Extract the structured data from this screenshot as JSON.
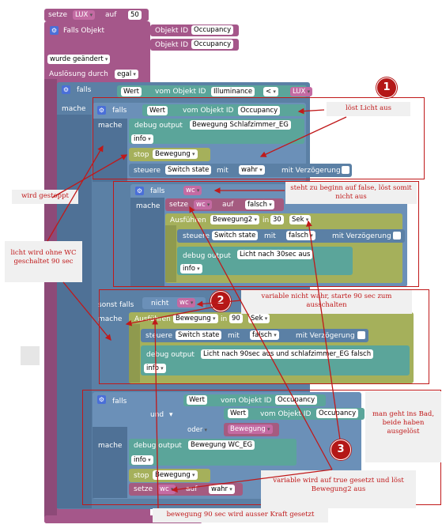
{
  "blocks": {
    "set_var": {
      "prefix": "setze",
      "var": "LUX",
      "mid": "auf",
      "value": "50"
    },
    "trigger": {
      "label": "Falls Objekt",
      "obj_id_label": "Objekt ID",
      "obj1": "Occupancy",
      "obj2": "Occupancy",
      "changed": "wurde geändert",
      "trigger_by": "Auslösung durch",
      "egal": "egal"
    },
    "if1": {
      "falls": "falls",
      "mache": "mache",
      "wert": "Wert",
      "vom": "vom Objekt ID",
      "obj": "Illuminance",
      "cmp": "<",
      "var": "LUX"
    },
    "if2": {
      "falls": "falls",
      "mache": "mache",
      "wert": "Wert",
      "vom": "vom Objekt ID",
      "obj": "Occupancy",
      "debug": "debug output",
      "debug_text": "Bewegung Schlafzimmer_EG",
      "level": "info",
      "stop": "stop",
      "stop_name": "Bewegung",
      "steuere": "steuere",
      "switch": "Switch state",
      "mit": "mit",
      "wahr": "wahr",
      "delay": "mit Verzögerung"
    },
    "if3": {
      "falls": "falls",
      "mache": "mache",
      "var": "wc",
      "setze": "setze",
      "auf": "auf",
      "falsch": "falsch",
      "ausfuehren": "Ausführen",
      "timer": "Bewegung2",
      "in": "in",
      "sec": "30",
      "unit": "Sek",
      "steuere": "steuere",
      "switch": "Switch state",
      "mit": "mit",
      "value": "falsch",
      "delay": "mit Verzögerung",
      "debug": "debug output",
      "debug_text": "Licht nach 30sec aus",
      "level": "info"
    },
    "else": {
      "sonst": "sonst falls",
      "mache": "mache",
      "nicht": "nicht",
      "var": "wc",
      "ausfuehren": "Ausführen",
      "timer": "Bewegung",
      "in": "in",
      "sec": "90",
      "unit": "Sek",
      "steuere": "steuere",
      "switch": "Switch state",
      "mit": "mit",
      "value": "falsch",
      "delay": "mit Verzögerung",
      "debug": "debug output",
      "debug_text": "Licht nach 90sec aus und schlafzimmer_EG falsch",
      "level": "info"
    },
    "if4": {
      "falls": "falls",
      "mache": "mache",
      "wert": "Wert",
      "vom": "vom Objekt ID",
      "obj1": "Occupancy",
      "und": "und",
      "obj2": "Occupancy",
      "oder": "oder",
      "bewegung": "Bewegung",
      "debug": "debug output",
      "debug_text": "Bewegung WC_EG",
      "level": "info",
      "stop": "stop",
      "stop_name": "Bewegung",
      "setze": "setze",
      "var": "wc",
      "auf": "auf",
      "wahr": "wahr"
    }
  },
  "annotations": {
    "n1": "1",
    "n2": "2",
    "n3": "3",
    "a1": "löst Licht aus",
    "a2": "steht zu beginn auf false, löst somit nicht aus",
    "a3": "wird gestoppt",
    "a4": "licht wird ohne WC geschaltet 90 sec",
    "a5": "variable nicht wahr, starte 90 sec zum ausschalten",
    "a6": "man geht ins Bad, beide haben ausgelöst",
    "a7": "variable wird auf true gesetzt und löst Bewegung2 aus",
    "a8": "bewegung 90 sec wird ausser Kraft gesetzt"
  },
  "colors": {
    "purple": "#a5578a",
    "blue": "#5b80a5",
    "teal": "#5ba59a",
    "olive": "#a5b05b",
    "red": "#c0191a"
  }
}
